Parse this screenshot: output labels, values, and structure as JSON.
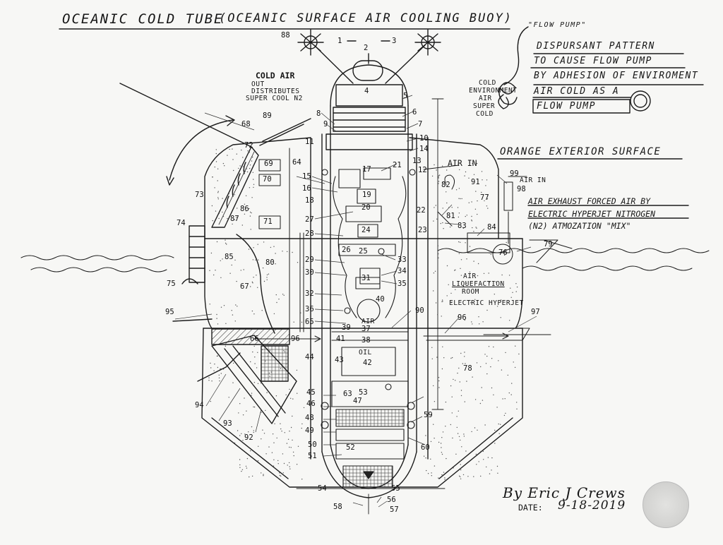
{
  "title": "OCEANIC COLD TUBE",
  "subtitle": "(OCEANIC SURFACE AIR COOLING BUOY)",
  "notes": {
    "flow_pump": "\"FLOW PUMP\"",
    "cold": "COLD",
    "environment": "ENVIRONMENT",
    "air": "AIR",
    "super": "SUPER",
    "cold2": "COLD",
    "dispursant_1": "DISPURSANT PATTERN",
    "dispursant_2": "TO CAUSE FLOW PUMP",
    "dispursant_3": "BY ADHESION OF ENVIROMENT",
    "dispursant_4": "AIR COLD AS A",
    "dispursant_5": "FLOW PUMP",
    "cold_air_1": "COLD AIR",
    "cold_air_2": "OUT",
    "cold_air_3": "DISTRIBUTES",
    "cold_air_4": "SUPER COOL N2",
    "orange": "ORANGE EXTERIOR SURFACE",
    "air_in_1": "AIR IN",
    "air_in_2": "AIR IN",
    "exhaust_1": "AIR EXHAUST FORCED AIR BY",
    "exhaust_2": "ELECTRIC HYPERJET NITROGEN",
    "exhaust_3": "(N2) ATMOZATION \"MIX\"",
    "liq_1": "AIR",
    "liq_2": "LIQUEFACTION",
    "liq_3": "ROOM",
    "hyperjet": "ELECTRIC HYPERJET",
    "oil": "OIL",
    "air_box": "AIR"
  },
  "signature": {
    "by": "By Eric J Crews",
    "date_label": "DATE:",
    "date": "9-18-2019"
  },
  "callouts": [
    "88",
    "1",
    "2",
    "3",
    "4",
    "5",
    "6",
    "7",
    "8",
    "9",
    "10",
    "11",
    "12",
    "13",
    "14",
    "15",
    "16",
    "17",
    "18",
    "19",
    "20",
    "21",
    "22",
    "23",
    "24",
    "25",
    "26",
    "27",
    "28",
    "29",
    "30",
    "31",
    "32",
    "33",
    "34",
    "35",
    "36",
    "37",
    "38",
    "39",
    "40",
    "41",
    "42",
    "43",
    "44",
    "45",
    "46",
    "47",
    "48",
    "49",
    "50",
    "51",
    "52",
    "53",
    "54",
    "55",
    "56",
    "57",
    "58",
    "59",
    "60",
    "63",
    "64",
    "65",
    "66",
    "67",
    "68",
    "69",
    "70",
    "71",
    "72",
    "73",
    "74",
    "75",
    "76",
    "77",
    "78",
    "79",
    "80",
    "81",
    "82",
    "83",
    "84",
    "85",
    "86",
    "87",
    "89",
    "90",
    "91",
    "92",
    "93",
    "94",
    "95",
    "96",
    "97",
    "98",
    "99"
  ]
}
